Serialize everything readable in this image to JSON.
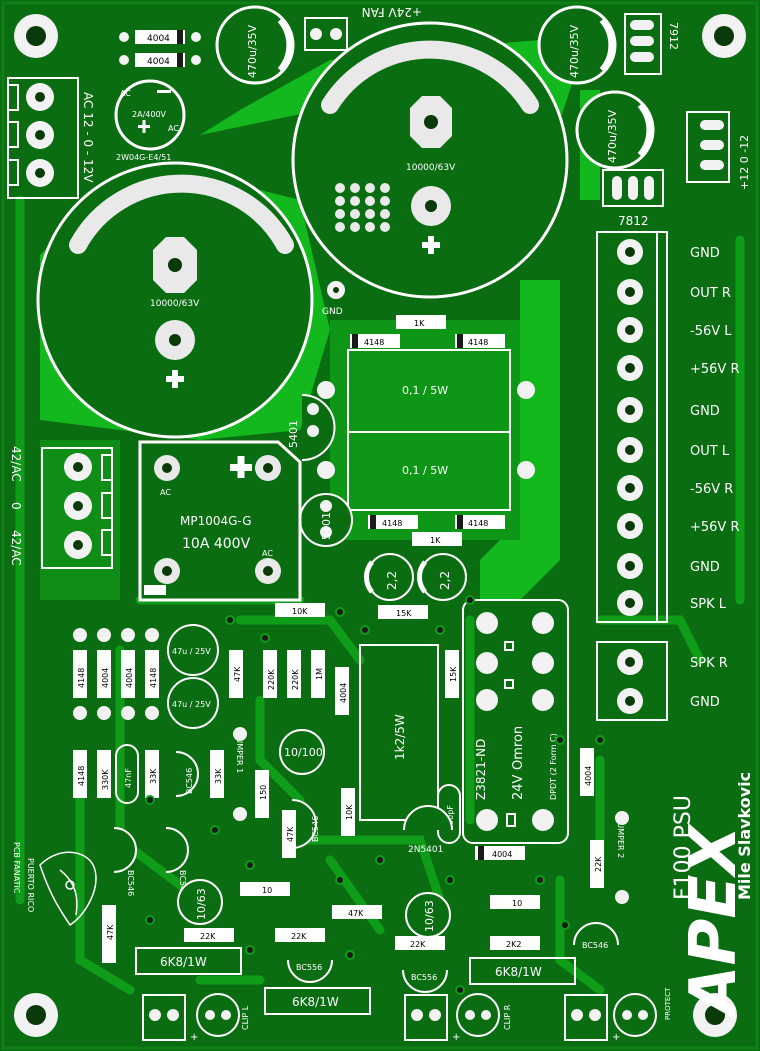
{
  "board": {
    "colors": {
      "base": "#0b6d12",
      "copper": "#12b81d",
      "pad": "#f2f2f2",
      "hole": "#0a3a0a",
      "silk": "#ffffff",
      "resistor": "#1b1b1b"
    },
    "title": {
      "brand": "APEX",
      "model": "F100 PSU",
      "author": "Mile Slavkovic"
    },
    "logo_text": [
      "PUERTO RICO",
      "PCB FANATIC"
    ],
    "ac_in_label": "AC 12 - 0 - 12V",
    "ac_42_labels": [
      "42/AC",
      "0",
      "42/AC"
    ],
    "fan_label": "+24V FAN",
    "gnd_pad_label": "GND",
    "regulators": {
      "pos": "7812",
      "neg": "7912"
    },
    "rail_label": "+12  0  -12",
    "big_caps": [
      "10000/63V",
      "10000/63V"
    ],
    "small_caps": [
      "470u/35V",
      "470u/35V",
      "470u/35V"
    ],
    "diodes_4004": [
      "4004",
      "4004"
    ],
    "bridge_small": {
      "top": "AC",
      "rating": "2A/400V",
      "ac": "AC",
      "part": "2W04G-E4/51"
    },
    "bridge_main": {
      "ac1": "AC",
      "ac2": "AC",
      "part": "MP1004G-G",
      "rating": "10A 400V"
    },
    "power_res": [
      "0,1 / 5W",
      "0,1 / 5W"
    ],
    "res_1k": "1K",
    "diode_4148": "4148",
    "diode_5401": "5401",
    "caps_22": "2,2",
    "res_15k": "15K",
    "res_10k": "10K",
    "terminal_labels": [
      "GND",
      "OUT R",
      "-56V L",
      "+56V R",
      "GND",
      "OUT L",
      "-56V R",
      "+56V R",
      "GND",
      "SPK L",
      "SPK R",
      "GND"
    ],
    "relay": {
      "part": "Z3821-ND",
      "coil": "24V",
      "maker": "Omron",
      "type": "DPDT (2 Form C)"
    },
    "components": {
      "c47u": "47u / 25V",
      "r47k": "47K",
      "r220k": "220K",
      "r1m": "1M",
      "d4004": "4004",
      "r1k2": "1k2/5W",
      "c10_100": "10/100",
      "jumper1": "JUMPER 1",
      "jumper2": "JUMPER 2",
      "r150": "150",
      "bc546": "BC546",
      "bc556": "BC556",
      "r330k": "330K",
      "c47n": "47nF",
      "r33k": "33K",
      "c100p": "100pF",
      "q2n5401": "2N5401",
      "c10_63": "10/63",
      "r10": "10",
      "r22k": "22K",
      "r2k2": "2K2",
      "r6k8": "6K8/1W"
    },
    "bottom_labels": {
      "clip_l": "CLIP L",
      "clip_r": "CLIP R",
      "protect": "PROTECT",
      "plus": "+"
    }
  }
}
